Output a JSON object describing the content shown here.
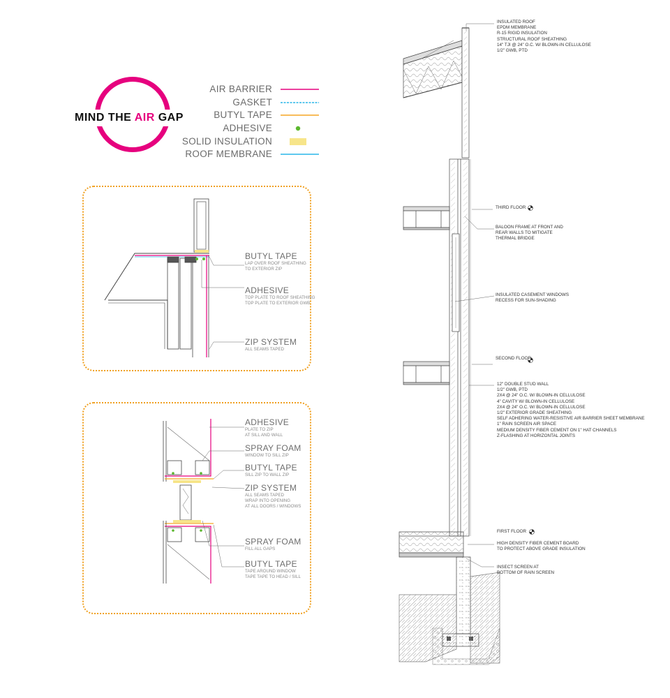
{
  "logo": {
    "text_before": "MIND THE ",
    "text_accent": "AIR",
    "text_after": " GAP",
    "accent_color": "#e6007e"
  },
  "legend": [
    {
      "label": "AIR BARRIER",
      "symbol": "line",
      "color": "#e6007e"
    },
    {
      "label": "GASKET",
      "symbol": "dashed-line",
      "color": "#29b6e8"
    },
    {
      "label": "BUTYL TAPE",
      "symbol": "line",
      "color": "#f5a623"
    },
    {
      "label": "ADHESIVE",
      "symbol": "dot",
      "color": "#5cb82e"
    },
    {
      "label": "SOLID INSULATION",
      "symbol": "block",
      "color": "#f7e58a"
    },
    {
      "label": "ROOF MEMBRANE",
      "symbol": "line",
      "color": "#29b6e8"
    }
  ],
  "detail_roof": {
    "callouts": [
      {
        "title": "BUTYL TAPE",
        "sub": [
          "LAP OVER ROOF SHEATHING",
          "TO EXTERIOR ZIP"
        ]
      },
      {
        "title": "ADHESIVE",
        "sub": [
          "TOP PLATE TO ROOF SHEATHING",
          "TOP PLATE TO EXTERIOR GWB"
        ]
      },
      {
        "title": "ZIP SYSTEM",
        "sub": [
          "ALL SEAMS TAPED"
        ]
      }
    ]
  },
  "detail_window": {
    "callouts": [
      {
        "title": "ADHESIVE",
        "sub": [
          "PLATE TO ZIP",
          "AT SILL AND WALL"
        ]
      },
      {
        "title": "SPRAY FOAM",
        "sub": [
          "WINDOW TO SILL ZIP"
        ]
      },
      {
        "title": "BUTYL TAPE",
        "sub": [
          "SILL ZIP TO WALL ZIP"
        ]
      },
      {
        "title": "ZIP SYSTEM",
        "sub": [
          "ALL SEAMS TAPED",
          "WRAP INTO OPENING",
          "AT ALL DOORS / WINDOWS"
        ]
      },
      {
        "title": "SPRAY FOAM",
        "sub": [
          "FILL ALL GAPS"
        ]
      },
      {
        "title": "BUTYL TAPE",
        "sub": [
          "TAPE AROUND WINDOW",
          "TAPE TAPE TO HEAD / SILL"
        ]
      }
    ]
  },
  "section": {
    "roof_note": [
      "INSULATED ROOF",
      "EPDM MEMBRANE",
      "R-15 RIGID INSULATION",
      "STRUCTURAL ROOF SHEATHING",
      "14\" TJI @ 24\" O.C. W/ BLOWN-IN CELLULOSE",
      "1/2\" GWB, PTD"
    ],
    "third_floor": "THIRD FLOOR",
    "baloon_note": [
      "BALOON FRAME AT FRONT AND",
      "REAR WALLS TO MITIGATE",
      "THERMAL BRIDGE"
    ],
    "window_note": [
      "INSULATED CASEMENT WINDOWS",
      "RECESS FOR SUN-SHADING"
    ],
    "second_floor": "SECOND FLOOR",
    "wall_note": [
      "12\"  DOUBLE STUD WALL",
      "1/2\" GWB, PTD",
      "2X4 @ 24\" O.C. W/ BLOWN-IN CELLULOSE",
      "4\" CAVITY W/ BLOWN-IN CELLULOSE",
      "2X4 @ 24\" O.C. W/ BLOWN-IN CELLULOSE",
      "1/2\" EXTERIOR GRADE SHEATHING",
      "SELF ADHERING WATER-RESISTIVE AIR BARRIER SHEET MEMBRANE",
      "1\" RAIN SCREEN AIR SPACE",
      "MEDIUM DENSITY FIBER CEMENT ON 1\" HAT CHANNELS",
      "Z-FLASHING AT HORIZONTAL JOINTS"
    ],
    "first_floor": "FIRST FLOOR",
    "fiber_note": [
      "HIGH DENSITY FIBER CEMENT BOARD",
      "TO PROTECT ABOVE GRADE INSULATION"
    ],
    "insect_note": [
      "INSECT SCREEN AT",
      "BOTTOM OF RAIN SCREEN"
    ]
  }
}
